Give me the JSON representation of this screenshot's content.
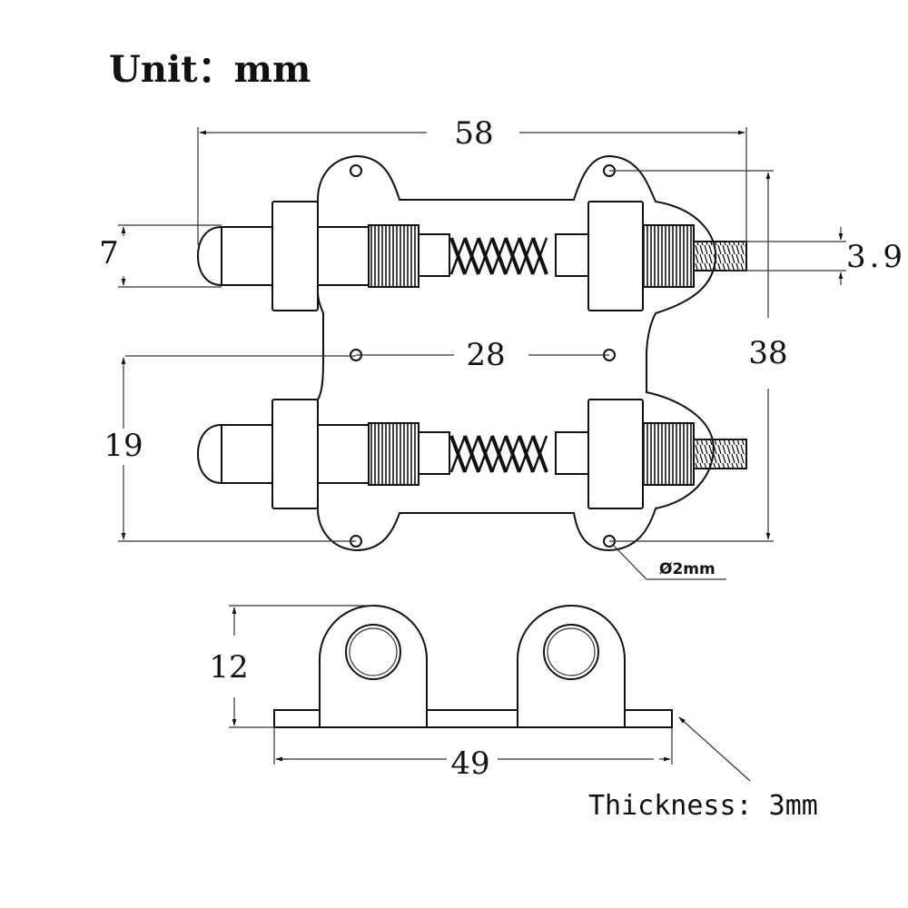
{
  "unit_label": "Unit：mm",
  "dimensions": {
    "overall_width": "58",
    "plunger_diameter": "7",
    "thread_diameter": "3.9",
    "hole_spacing": "28",
    "overall_height": "38",
    "rail_spacing": "19",
    "hole_diameter": "Ø2mm",
    "bracket_height": "12",
    "base_length": "49"
  },
  "thickness_label": "Thickness: 3mm"
}
